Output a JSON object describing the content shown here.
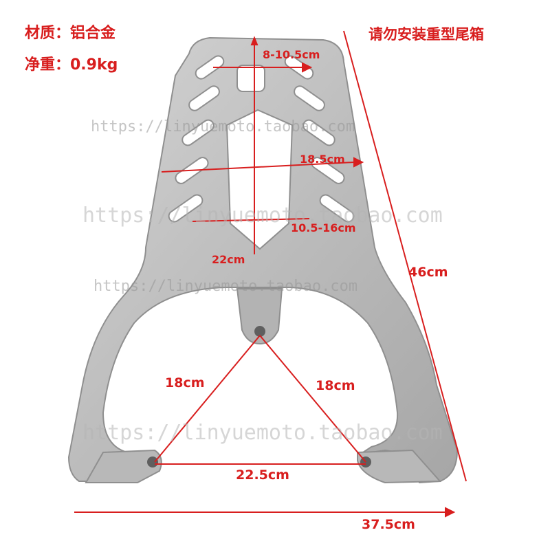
{
  "specs": {
    "material": "材质：铝合金",
    "weight": "净重：0.9kg",
    "warning": "请勿安装重型尾箱"
  },
  "watermarks": [
    "https://linyuemoto.taobao.com",
    "https://linyuemoto.taobao.com",
    "https://linyuemoto.taobao.com",
    "https://linyuemoto.taobao.com"
  ],
  "dimensions": {
    "top_slot": "8-10.5cm",
    "mid_width": "18.5cm",
    "lower_width": "10.5-16cm",
    "center_height": "22cm",
    "total_height": "46cm",
    "left_mount": "18cm",
    "right_mount": "18cm",
    "bottom_span": "22.5cm",
    "total_width": "37.5cm"
  },
  "colors": {
    "rack": "#bdbdbd",
    "rack_shadow": "#9e9e9e",
    "annotation": "#d81e1e"
  }
}
